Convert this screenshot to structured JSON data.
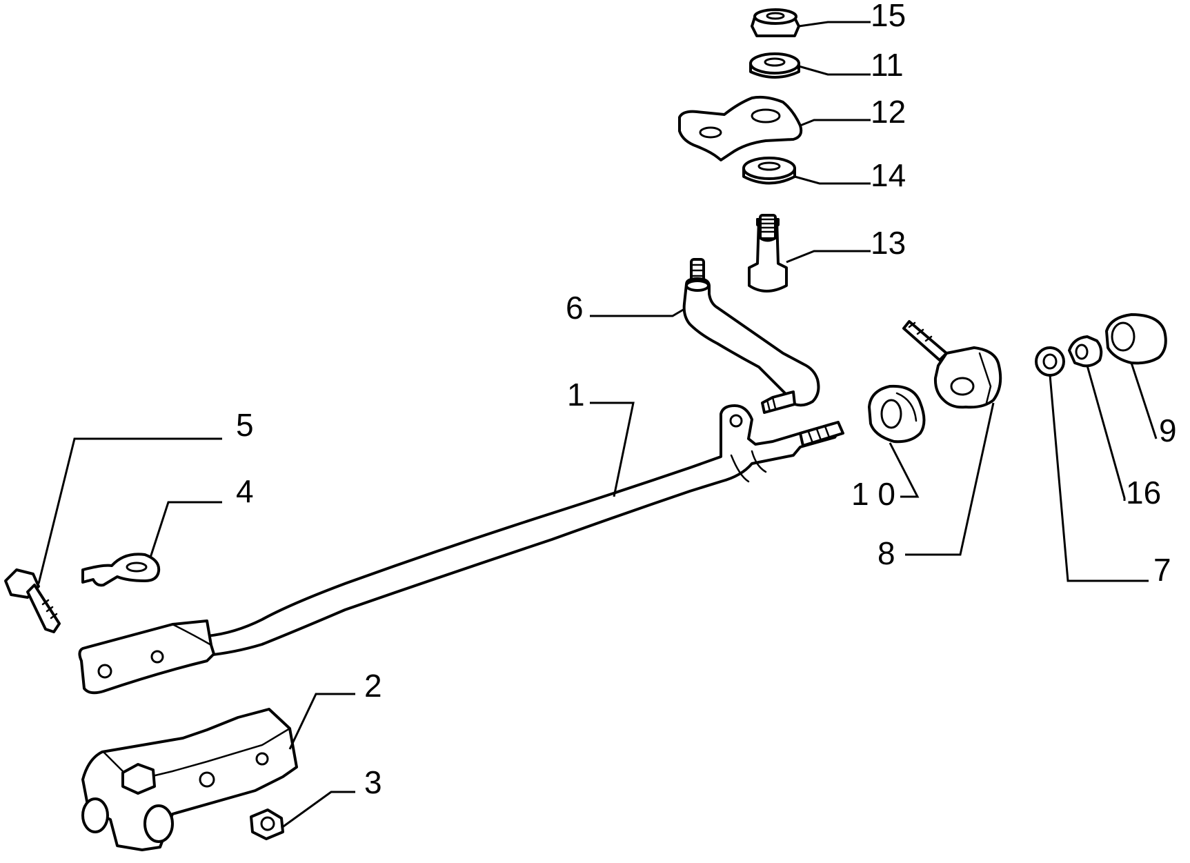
{
  "callouts": [
    {
      "id": "15",
      "label": "15"
    },
    {
      "id": "11",
      "label": "11"
    },
    {
      "id": "12",
      "label": "12"
    },
    {
      "id": "14",
      "label": "14"
    },
    {
      "id": "13",
      "label": "13"
    },
    {
      "id": "6",
      "label": "6"
    },
    {
      "id": "1",
      "label": "1"
    },
    {
      "id": "5",
      "label": "5"
    },
    {
      "id": "4",
      "label": "4"
    },
    {
      "id": "10",
      "label": "1 0"
    },
    {
      "id": "8",
      "label": "8"
    },
    {
      "id": "7",
      "label": "7"
    },
    {
      "id": "16",
      "label": "16"
    },
    {
      "id": "9",
      "label": "9"
    },
    {
      "id": "2",
      "label": "2"
    },
    {
      "id": "3",
      "label": "3"
    }
  ]
}
